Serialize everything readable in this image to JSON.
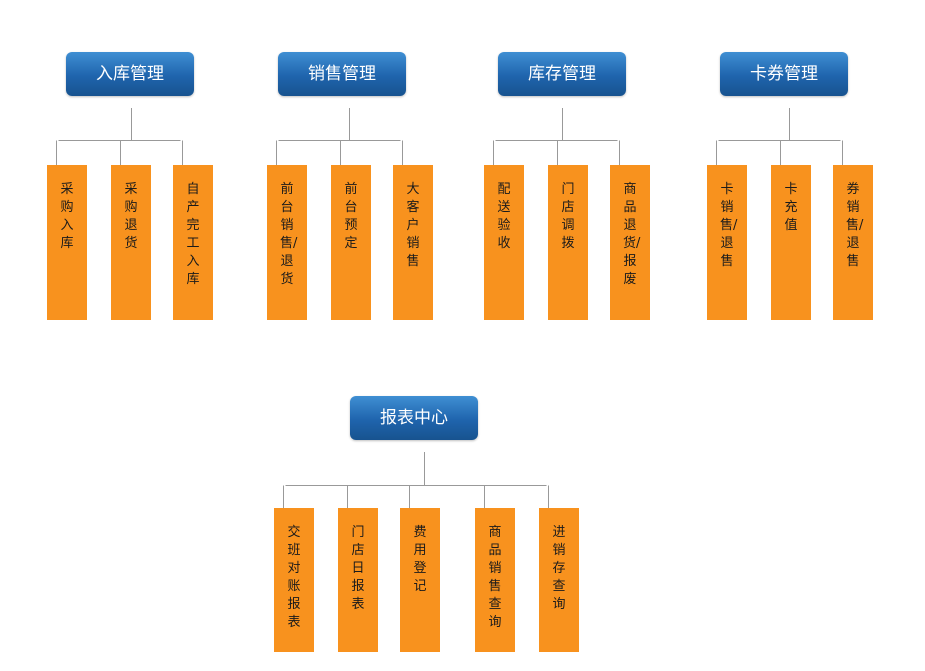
{
  "colors": {
    "header": "#1f64ad",
    "box": "#f8921e",
    "line": "#999999"
  },
  "modules": [
    {
      "title": "入库管理",
      "items": [
        "采购入库",
        "采购退货",
        "自产完工入库"
      ]
    },
    {
      "title": "销售管理",
      "items": [
        "前台销售/退货",
        "前台预定",
        "大客户销售"
      ]
    },
    {
      "title": "库存管理",
      "items": [
        "配送验收",
        "门店调拨",
        "商品退货/报废"
      ]
    },
    {
      "title": "卡券管理",
      "items": [
        "卡销售/退售",
        "卡充值",
        "券销售/退售"
      ]
    },
    {
      "title": "报表中心",
      "items": [
        "交班对账报表",
        "门店日报表",
        "费用登记",
        "商品销售查询",
        "进销存查询"
      ]
    }
  ]
}
